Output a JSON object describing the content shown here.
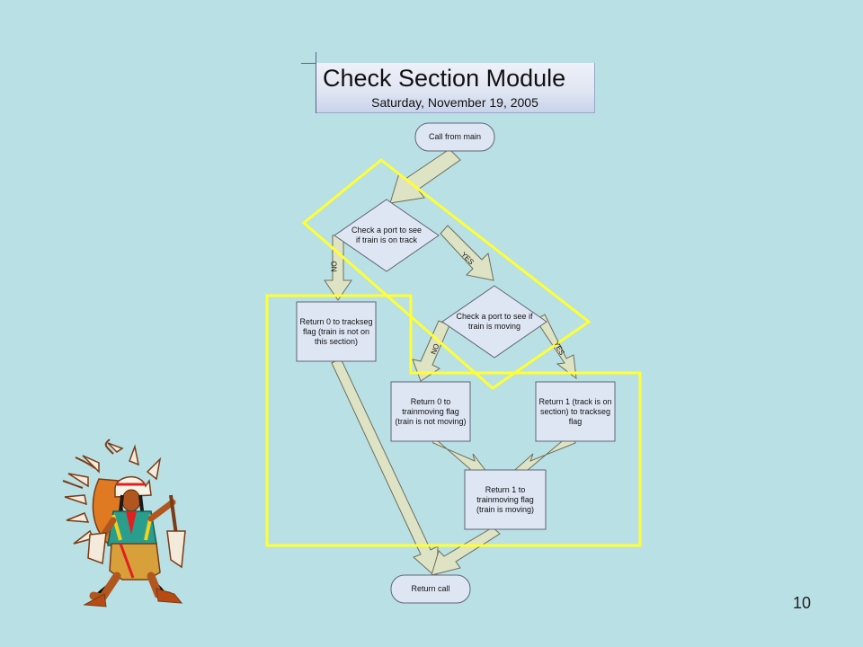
{
  "title": {
    "main": "Check Section Module",
    "date": "Saturday, November 19, 2005"
  },
  "nodes": {
    "start": "Call from main",
    "decision_track": "Check a port to see if train is on track",
    "decision_moving": "Check a port to see if train is moving",
    "return0_trackseg": "Return 0 to trackseg flag (train is not on this section)",
    "return0_trainmoving": "Return 0 to trainmoving flag (train is not moving)",
    "return1_trackseg": "Return 1 (track is on section) to trackseg flag",
    "return1_trainmoving": "Return 1 to trainmoving flag (train is moving)",
    "end": "Return call"
  },
  "edge_labels": {
    "track_no": "NO",
    "track_yes": "YES",
    "moving_no": "NO",
    "moving_yes": "YES"
  },
  "colors": {
    "background": "#b9e0e4",
    "node_fill": "#dfe6f3",
    "node_stroke": "#5f6477",
    "arrow_fill": "#dfe3c5",
    "arrow_stroke": "#6b6f5d",
    "highlight": "#ffff33"
  },
  "clipart": "native-american-dancer",
  "page_number": "10"
}
